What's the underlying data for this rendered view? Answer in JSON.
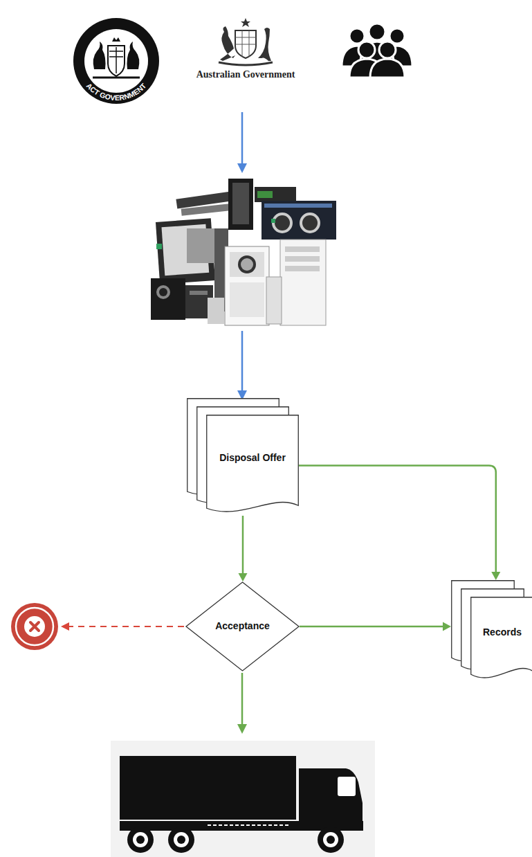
{
  "diagram": {
    "nodes": [
      {
        "text": [
          "Disposal Offer"
        ]
      },
      {
        "text": [
          "Acceptance"
        ]
      },
      {
        "text": [
          "Records"
        ]
      }
    ],
    "edges": [
      {
        "from": 0,
        "to": 1,
        "arrow": "to"
      },
      {
        "from": 0,
        "to": 2,
        "arrow": "to"
      },
      {
        "from": 1,
        "to": 2,
        "arrow": "to"
      }
    ],
    "labels": [
      "ACT GOVERNMENT",
      "Australian Government"
    ]
  }
}
